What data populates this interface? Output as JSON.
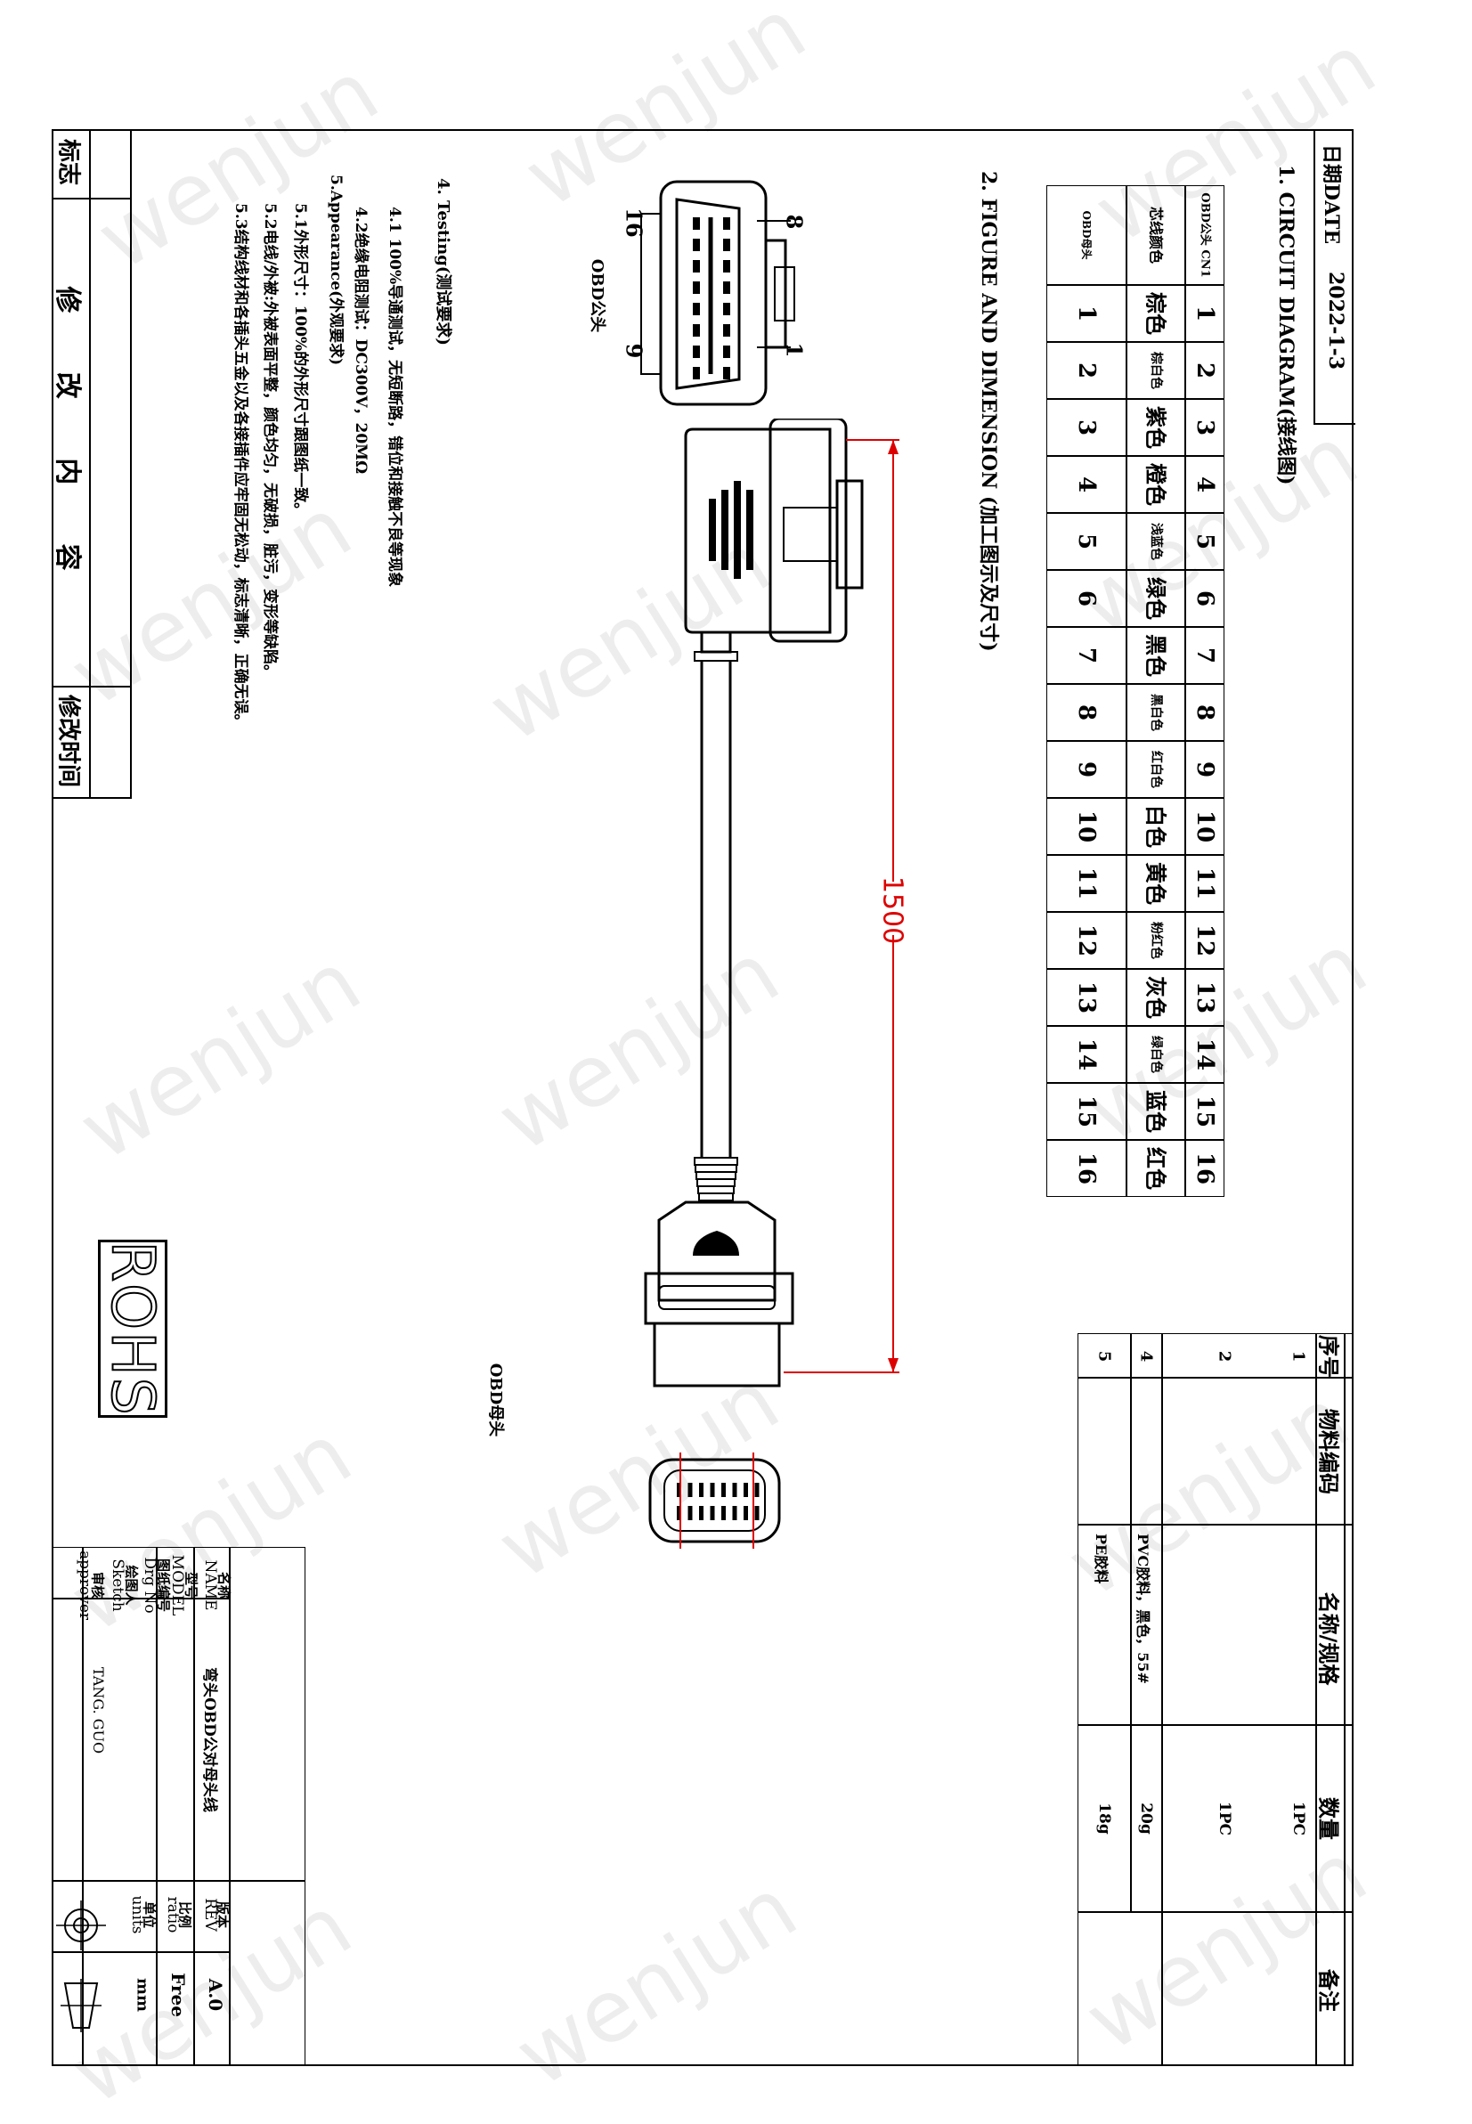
{
  "header": {
    "date_label": "日期DATE",
    "date_value": "2022-1-3"
  },
  "section1": {
    "title": "1. CIRCUIT DIAGRAM(接线图)",
    "row_pin_label": "OBD公头 CN1",
    "row_color_label": "芯线颜色",
    "row_female_label": "OBD母头",
    "pins": [
      "1",
      "2",
      "3",
      "4",
      "5",
      "6",
      "7",
      "8",
      "9",
      "10",
      "11",
      "12",
      "13",
      "14",
      "15",
      "16"
    ],
    "colors": [
      "棕色",
      "棕白色",
      "紫色",
      "橙色",
      "浅蓝色",
      "绿色",
      "黑色",
      "黑白色",
      "红白色",
      "白色",
      "黄色",
      "粉红色",
      "灰色",
      "绿白色",
      "蓝色",
      "红色"
    ],
    "female_pins": [
      "1",
      "2",
      "3",
      "4",
      "5",
      "6",
      "7",
      "8",
      "9",
      "10",
      "11",
      "12",
      "13",
      "14",
      "15",
      "16"
    ]
  },
  "section2": {
    "title": "2. FIGURE AND DIMENSION (加工图示及尺寸)",
    "male_label": "OBD公头",
    "female_label": "OBD母头",
    "dimension": "1500",
    "male_pin_labels": {
      "pin1": "1",
      "pin8": "8",
      "pin9": "9",
      "pin16": "16"
    }
  },
  "section4": {
    "title": "4. Testing(测试要求)",
    "items": [
      "4.1 100%导通测试，无短断路，错位和接触不良等现象",
      "4.2绝缘电阻测试：DC300V，20MΩ"
    ]
  },
  "section5": {
    "title": "5.Appearance(外观要求)",
    "items": [
      "5.1外形尺寸：100%的外形尺寸跟图纸一致。",
      "5.2电线/外被:外被表面平整，颜色均匀，无破损，脏污，变形等缺陷。",
      "5.3结构线材和各插头五金以及各接插件应牢固无松动，标志清晰，正确无误。"
    ]
  },
  "revision": {
    "mark_label": "标志",
    "content_label": "修 改 内 容",
    "time_label": "修改时间"
  },
  "rohs": "ROHS",
  "bom": {
    "headers": [
      "序号",
      "物料编码",
      "名称/规格",
      "数量",
      "备注"
    ],
    "rows": [
      {
        "no": "1",
        "code": "",
        "name": "",
        "qty": "1PC",
        "note": ""
      },
      {
        "no": "2",
        "code": "",
        "name": "",
        "qty": "1PC",
        "note": ""
      },
      {
        "no": "4",
        "code": "",
        "name": "PVC胶料，黑色，55#",
        "qty": "20g",
        "note": ""
      },
      {
        "no": "5",
        "code": "",
        "name": "PE胶料",
        "qty": "18g",
        "note": ""
      }
    ]
  },
  "title_block": {
    "name_label_cn": "名称",
    "name_label_en": "NAME",
    "name_value": "弯头OBD公对母头线",
    "model_label_cn": "型号",
    "model_label_en": "MODEL",
    "drg_label_cn": "图纸编号",
    "drg_label_en": "Drg No",
    "sketch_label_cn": "绘图人",
    "sketch_label_en": "Sketch",
    "sketch_value": "TANG. GUO",
    "approver_label_cn": "审核",
    "approver_label_en": "approver",
    "rev_label_cn": "版本",
    "rev_label_en": "REV",
    "rev_value": "A.0",
    "ratio_label_cn": "比例",
    "ratio_label_en": "ratio",
    "ratio_value": "Free",
    "units_label_cn": "单位",
    "units_label_en": "units",
    "units_value": "mm"
  },
  "watermark": "wenjun"
}
